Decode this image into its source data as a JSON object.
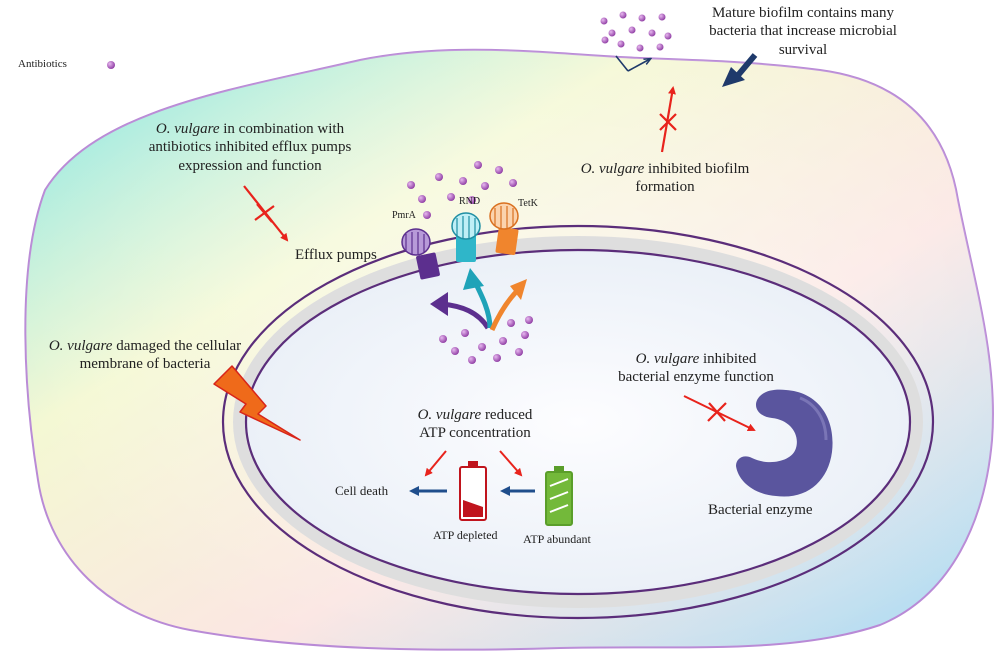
{
  "legend": {
    "antibiotics_label": "Antibiotics"
  },
  "callouts": {
    "efflux": {
      "species": "O. vulgare",
      "line1_rest": " in combination with",
      "line2": "antibiotics inhibited efflux pumps",
      "line3": "expression and function"
    },
    "biofilm_inhibit": {
      "species": "O. vulgare",
      "line1_rest": " inhibited biofilm",
      "line2": "formation"
    },
    "mature_biofilm": {
      "line1": "Mature biofilm contains many",
      "line2": "bacteria that increase microbial",
      "line3": "survival"
    },
    "membrane": {
      "species": "O. vulgare",
      "line1_rest": " damaged the cellular",
      "line2": "membrane of bacteria"
    },
    "atp": {
      "species": "O. vulgare",
      "line1_rest": " reduced",
      "line2": "ATP concentration"
    },
    "enzyme": {
      "species": "O. vulgare",
      "line1_rest": " inhibited",
      "line2": "bacterial enzyme function"
    }
  },
  "labels": {
    "efflux_pumps": "Efflux pumps",
    "pmra": "PmrA",
    "rnd": "RND",
    "tetk": "TetK",
    "cell_death": "Cell death",
    "atp_depleted": "ATP depleted",
    "atp_abundant": "ATP abundant",
    "bacterial_enzyme": "Bacterial enzyme"
  },
  "colors": {
    "inhibit_red": "#e8231c",
    "flow_blue": "#1f4e8c",
    "membrane_purple": "#5b2d7a",
    "antibiotic_purple": "#9b4db0",
    "pmra": "#6a3a9e",
    "rnd": "#2fb6c9",
    "tetk": "#f0852d",
    "enzyme": "#5a559e",
    "battery_red": "#c0141d",
    "battery_green": "#73b93a"
  }
}
